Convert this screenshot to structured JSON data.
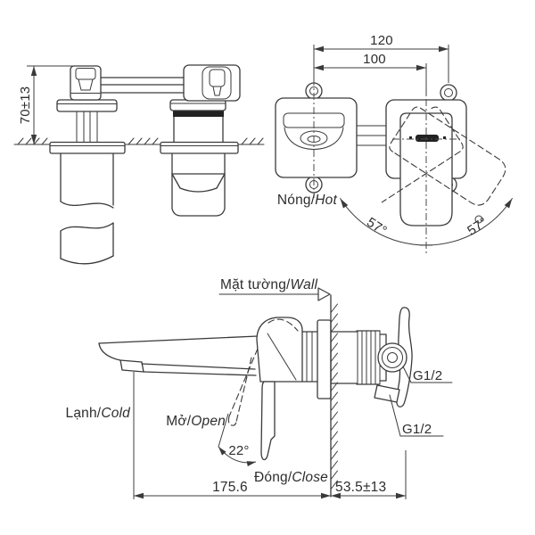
{
  "views": {
    "top_view": {
      "dim_height": "70±13"
    },
    "front_view": {
      "dim_outer": "120",
      "dim_center": "100",
      "hot_label_vi": "Nóng/",
      "hot_label_en": "Hot",
      "swing_angle_left": "57°",
      "swing_angle_right": "57°"
    },
    "side_view": {
      "wall_label_vi": "Mặt tường/",
      "wall_label_en": "Wall",
      "cold_label_vi": "Lạnh/",
      "cold_label_en": "Cold",
      "open_label_vi": "Mở/",
      "open_label_en": "Open",
      "close_label_vi": "Đóng/",
      "close_label_en": "Close",
      "open_angle": "22°",
      "dim_projection": "175.6",
      "dim_wall_depth": "53.5±13",
      "thread_top": "G1/2",
      "thread_bottom": "G1/2"
    }
  },
  "colors": {
    "line": "#3a3a3a",
    "text": "#2d2d2d",
    "background": "#ffffff",
    "dark_fill": "#222222"
  }
}
